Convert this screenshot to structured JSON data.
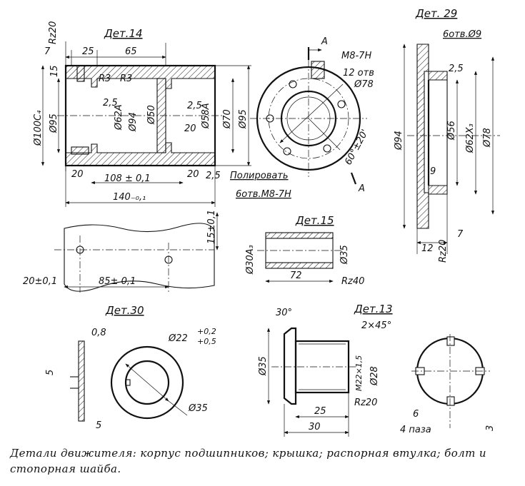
{
  "details": {
    "det14": {
      "title": "Дет.14",
      "rz": "Rz20",
      "d7": "7",
      "d25": "25",
      "d65": "65",
      "d15": "15",
      "r3a": "R3",
      "r3b": "R3",
      "d25s": "2,5",
      "d25s2": "2,5",
      "dia100": "Ø100C₄",
      "dia95l": "Ø95",
      "dia62": "Ø62А",
      "dia94": "Ø94",
      "dia50": "Ø50",
      "dia58": "Ø58А",
      "dia70": "Ø70",
      "dia95r": "Ø95",
      "d20r": "20",
      "d20bl": "20",
      "d20br": "20",
      "d108": "108 ± 0,1",
      "d140": "140₋₀,₁",
      "d25b": "2,5",
      "polish": "Полировать",
      "holes6": "6отв.М8-7Н"
    },
    "cover": {
      "sectionA1": "А",
      "sectionA2": "А",
      "thread": "М8-7Н",
      "holes12": "12 отв",
      "dia78": "Ø78",
      "angle": "60°±20'"
    },
    "det29": {
      "title": "Дет. 29",
      "holes9": "6отв.Ø9",
      "d25": "2,5",
      "dia94": "Ø94",
      "dia56": "Ø56",
      "dia62": "Ø62Х₃",
      "dia78": "Ø78",
      "d9": "9",
      "d12": "12",
      "d7": "7",
      "rz": "Rz20"
    },
    "strip": {
      "d15": "15±0,1",
      "d20": "20±0,1",
      "d85": "85± 0,1"
    },
    "det15": {
      "title": "Дет.15",
      "dia30": "Ø30А₃",
      "dia35": "Ø35",
      "d72": "72",
      "rz": "Rz40"
    },
    "det30": {
      "title": "Дет.30",
      "d08": "0,8",
      "d5v": "5",
      "d5h": "5",
      "dia22": "Ø22",
      "tolUp": "+0,2",
      "tolDn": "+0,5",
      "dia35": "Ø35"
    },
    "det13": {
      "title": "Дет.13",
      "angle": "30°",
      "chamfer": "2×45°",
      "dia35": "Ø35",
      "thread": "М22×1,5",
      "dia28": "Ø28",
      "rz": "Rz20",
      "d25": "25",
      "d30": "30"
    },
    "washer": {
      "d6": "6",
      "slots": "4 паза",
      "d3": "3"
    }
  },
  "caption": "Детали движителя: корпус подшипников; крышка; распорная втулка; болт и стопорная шайба."
}
